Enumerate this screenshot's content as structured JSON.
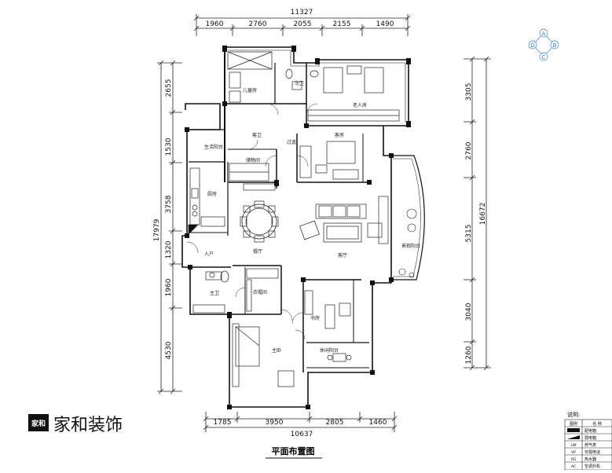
{
  "drawing_title": "平面布置图",
  "brand": {
    "name": "家和装饰",
    "logo_text": "家和"
  },
  "compass": {
    "labels": [
      "A",
      "B",
      "C",
      "D"
    ]
  },
  "dimensions": {
    "top_total": "11327",
    "top": [
      "1960",
      "2760",
      "2055",
      "2155",
      "1490"
    ],
    "bottom_total": "10637",
    "bottom": [
      "1785",
      "3950",
      "2805",
      "1460"
    ],
    "left_total": "17979",
    "left": [
      "2655",
      "1530",
      "3758",
      "1320",
      "1960",
      "4530"
    ],
    "right_total": "16672",
    "right": [
      "3305",
      "2760",
      "5315",
      "3040",
      "1260"
    ]
  },
  "rooms": {
    "children": "儿童房",
    "second_bath": "次卫",
    "elder": "老人房",
    "utility_balcony": "生活阳台",
    "guest_bath": "客卫",
    "aisle": "过道",
    "guest_room": "客房",
    "storage": "储物间",
    "kitchen": "厨房",
    "entrance": "入户",
    "dining": "餐厅",
    "living": "客厅",
    "view_balcony": "景观阳台",
    "master_bath": "主卫",
    "cloakroom": "衣帽间",
    "study": "书房",
    "leisure_balcony": "休闲阳台",
    "master": "主卧"
  },
  "legend": {
    "title": "说明:",
    "header": [
      "图例",
      "名 称"
    ],
    "rows": [
      "配电箱",
      "弱电箱",
      "燃气表",
      "可视电话",
      "热水器",
      "空调外机"
    ]
  }
}
